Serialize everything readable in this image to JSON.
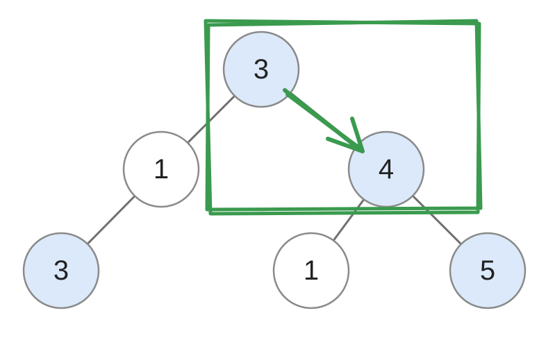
{
  "colors": {
    "highlight_fill": "#dce9fa",
    "plain_fill": "#ffffff",
    "annotation": "#3a9a4e"
  },
  "tree": {
    "nodes": [
      {
        "id": "root",
        "label": "3",
        "highlighted": true
      },
      {
        "id": "left",
        "label": "1",
        "highlighted": false
      },
      {
        "id": "right",
        "label": "4",
        "highlighted": true
      },
      {
        "id": "left-left",
        "label": "3",
        "highlighted": true
      },
      {
        "id": "right-left",
        "label": "1",
        "highlighted": false
      },
      {
        "id": "right-right",
        "label": "5",
        "highlighted": true
      }
    ],
    "edges": [
      [
        "root",
        "left"
      ],
      [
        "root",
        "right"
      ],
      [
        "left",
        "left-left"
      ],
      [
        "right",
        "right-left"
      ],
      [
        "right",
        "right-right"
      ]
    ]
  }
}
